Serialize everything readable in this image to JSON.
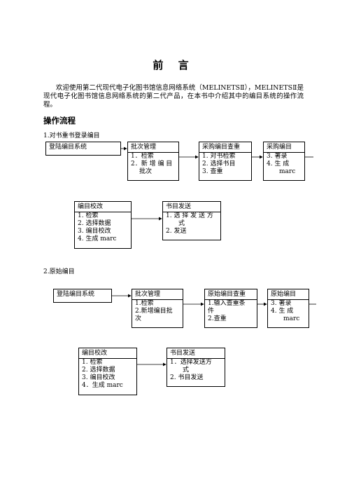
{
  "page": {
    "title": "前 言",
    "intro": "欢迎使用第二代现代电子化图书馆信息网络系统（MELINETSⅡ），MELINETSⅡ是现代电子化图书馆信息网络系统的第二代产品，在本书中介绍其中的编目系统的操作流程。",
    "section_heading": "操作流程"
  },
  "flow1": {
    "subtitle": "1.对书重书登录编目",
    "login": {
      "title": "登陆编目系统"
    },
    "batch": {
      "title": "批次管理",
      "items": [
        "1．检索",
        "2．新 增 编 目",
        "批次"
      ]
    },
    "purchase_search": {
      "title": "采购编目查重",
      "items": [
        "1.  对书检索",
        "2.  选择书目",
        "3.  查重"
      ]
    },
    "purchase_catalog": {
      "title": "采购编目",
      "items": [
        "3.  著录",
        "4.  生    成",
        "marc"
      ]
    },
    "proof": {
      "title": "编目校改",
      "items": [
        "1.  检索",
        "2.  选择数据",
        "3.  编目校改",
        "4.  生成 marc"
      ]
    },
    "send": {
      "title": "书目发送",
      "items": [
        "1.  选 择 发 送 方",
        "式",
        "2.  发送"
      ]
    }
  },
  "flow2": {
    "subtitle": "2.原始编目",
    "login": {
      "title": "登陆编目系统"
    },
    "batch": {
      "title": "批次管理",
      "items": [
        "1.检索",
        "2.新增编目批",
        "次"
      ]
    },
    "orig_search": {
      "title": "原始编目查重",
      "items": [
        "1.输入查重条",
        "件",
        "2.查重"
      ]
    },
    "orig_catalog": {
      "title": "原始编目",
      "items": [
        "3.  著录",
        "4.  生    成",
        "marc"
      ]
    },
    "proof": {
      "title": "编目校改",
      "items": [
        "1.  检索",
        "2.  选择数据",
        "3.  编目校改",
        "4．生成 marc"
      ]
    },
    "send": {
      "title": "书目发送",
      "items": [
        "1．选择发送方",
        "式",
        "2.  书目发送"
      ]
    }
  }
}
